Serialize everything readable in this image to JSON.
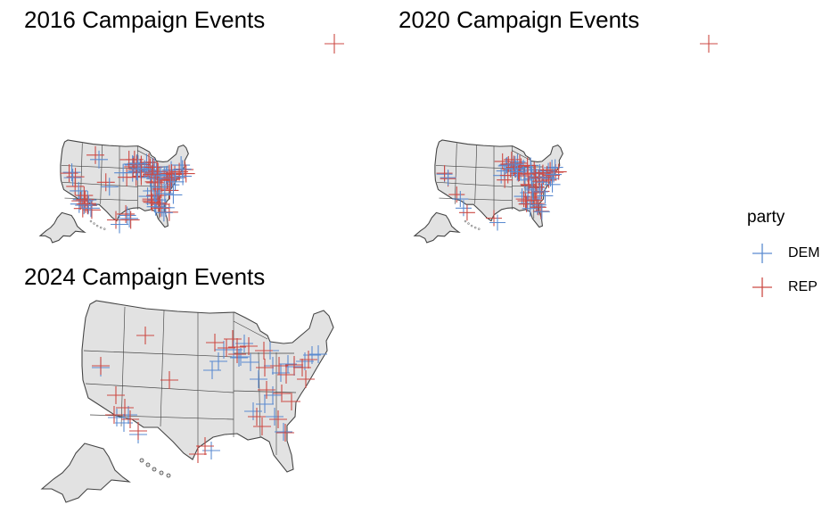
{
  "panels": [
    {
      "title": "2016 Campaign Events"
    },
    {
      "title": "2020 Campaign Events"
    },
    {
      "title": "2024 Campaign Events"
    }
  ],
  "legend": {
    "title": "party",
    "items": [
      {
        "label": "DEM",
        "color": "#5B8BD0"
      },
      {
        "label": "REP",
        "color": "#CC4A44"
      }
    ]
  },
  "colors": {
    "land": "#e2e2e2",
    "border": "#444444"
  }
}
